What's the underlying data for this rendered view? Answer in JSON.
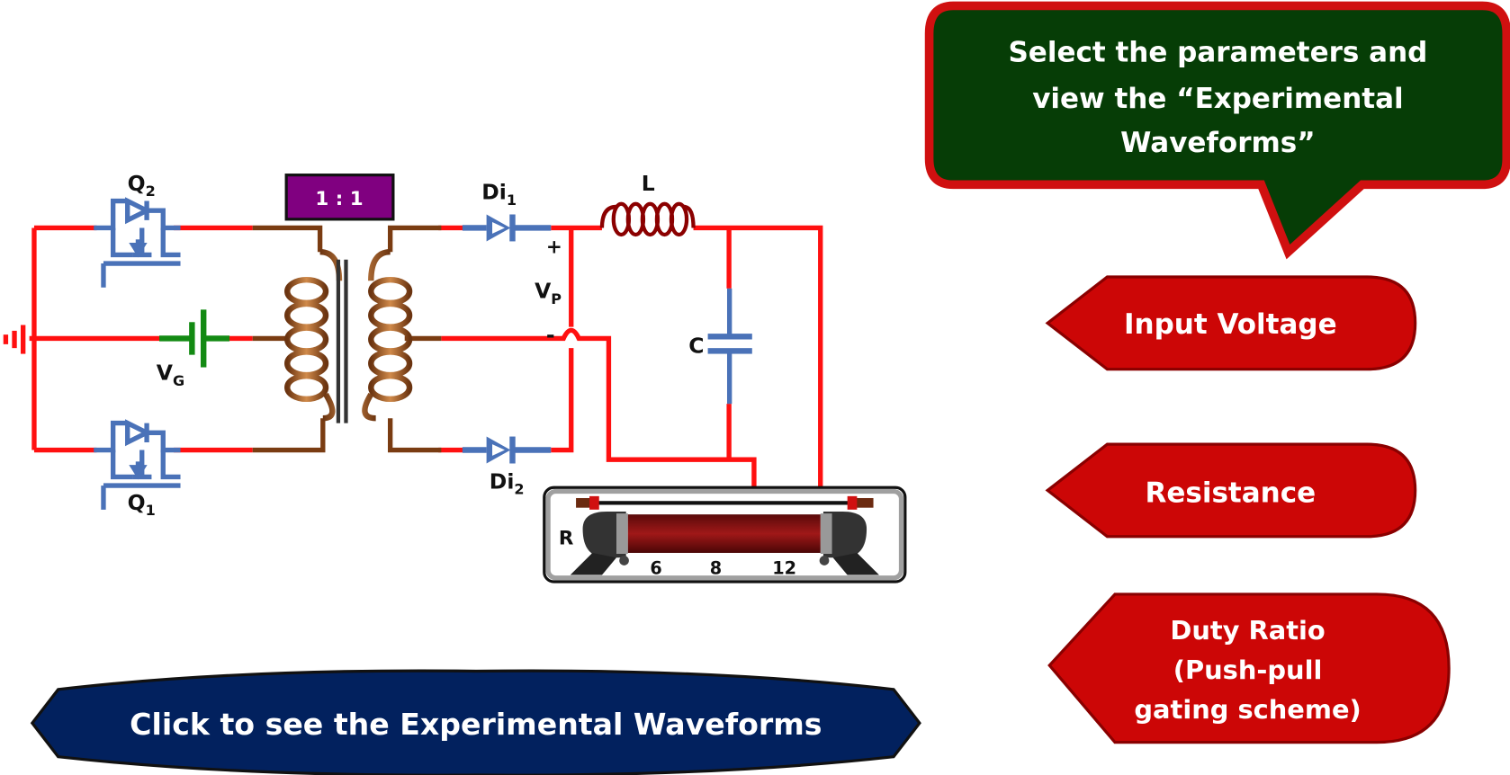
{
  "circuit": {
    "ratio_label": "1 : 1",
    "q2": "Q",
    "q2_sub": "2",
    "q1": "Q",
    "q1_sub": "1",
    "vg": "V",
    "vg_sub": "G",
    "di1": "Di",
    "di1_sub": "1",
    "di2": "Di",
    "di2_sub": "2",
    "l": "L",
    "c": "C",
    "vp": "V",
    "vp_sub": "P",
    "plus": "+",
    "minus": "-",
    "r": "R",
    "r_taps": [
      "6",
      "8",
      "12"
    ]
  },
  "callout": {
    "lines": [
      "Select the parameters and",
      "view the “Experimental",
      "Waveforms”"
    ]
  },
  "buttons": {
    "input_voltage": "Input Voltage",
    "resistance": "Resistance",
    "duty_ratio": [
      "Duty Ratio",
      "(Push-pull",
      "gating scheme)"
    ],
    "waveforms": "Click to see the Experimental Waveforms"
  },
  "colors": {
    "wire": "#ff0000",
    "component": "#4a72b8",
    "copper": "#8b4513",
    "inductor": "#8b0000",
    "battery": "#138a13",
    "ratio_box": "#800080",
    "callout_fill": "#063d06",
    "param_button": "#cc0606",
    "waveform_button": "#02215e"
  }
}
